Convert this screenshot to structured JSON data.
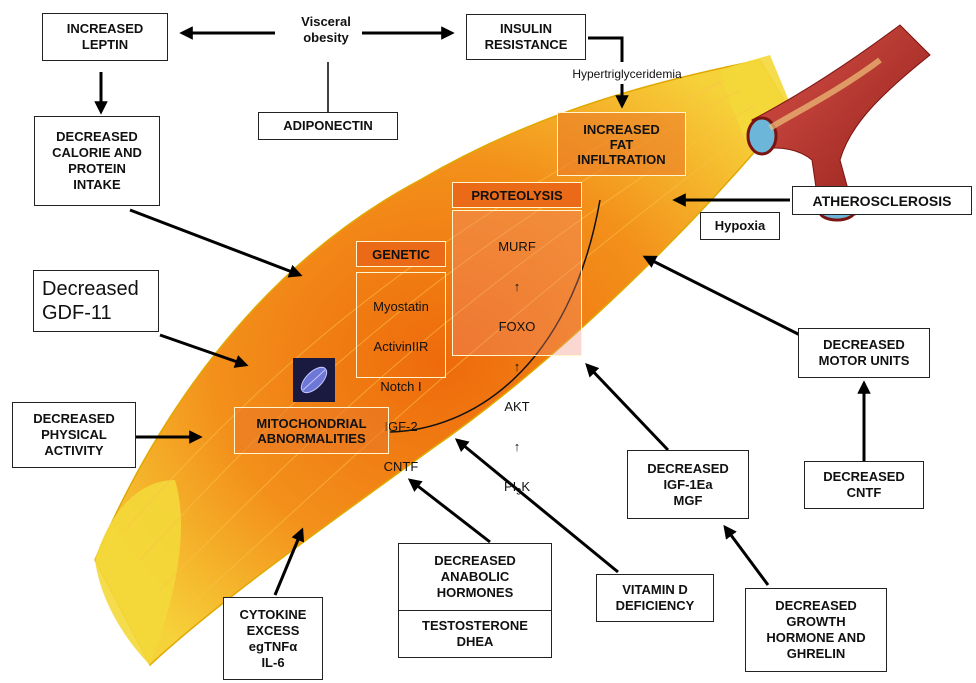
{
  "diagram": {
    "nodes": {
      "increased_leptin": "INCREASED\nLEPTIN",
      "visceral_obesity": "Visceral\nobesity",
      "insulin_resistance": "INSULIN\nRESISTANCE",
      "hypertriglyceridemia": "Hypertriglyceridemia",
      "adiponectin": "ADIPONECTIN",
      "decreased_calorie": "DECREASED\nCALORIE AND\nPROTEIN\nINTAKE",
      "increased_fat": "INCREASED\nFAT\nINFILTRATION",
      "proteolysis_title": "PROTEOLYSIS",
      "proteolysis_pathway": [
        "MURF",
        "↑",
        "FOXO",
        "↑",
        "AKT",
        "↑",
        "PI3K"
      ],
      "genetic_title": "GENETIC",
      "genetic_items": [
        "Myostatin",
        "ActivinIIR",
        "Notch I",
        "IGF-2",
        "CNTF"
      ],
      "atherosclerosis": "ATHEROSCLEROSIS",
      "hypoxia": "Hypoxia",
      "decreased_gdf11": "Decreased\nGDF-11",
      "decreased_motor_units": "DECREASED\nMOTOR UNITS",
      "decreased_physical_activity": "DECREASED\nPHYSICAL\nACTIVITY",
      "mitochondrial": "MITOCHONDRIAL\nABNORMALITIES",
      "decreased_igf": "DECREASED\nIGF-1Ea\nMGF",
      "decreased_cntf": "DECREASED\nCNTF",
      "decreased_anabolic": "DECREASED\nANABOLIC\nHORMONES",
      "testosterone": "TESTOSTERONE\nDHEA",
      "vitamin_d": "VITAMIN D\nDEFICIENCY",
      "cytokine": "CYTOKINE\nEXCESS\negTNFα\nIL-6",
      "decreased_gh": "DECREASED\nGROWTH\nHORMONE AND\nGHRELIN"
    },
    "colors": {
      "muscle_core": "#f07a12",
      "muscle_edge": "#f5e04a",
      "tendon": "#f3d21a",
      "artery_outer": "#c0392b",
      "artery_inner": "#6cb6d9",
      "arrow": "#000000"
    }
  }
}
